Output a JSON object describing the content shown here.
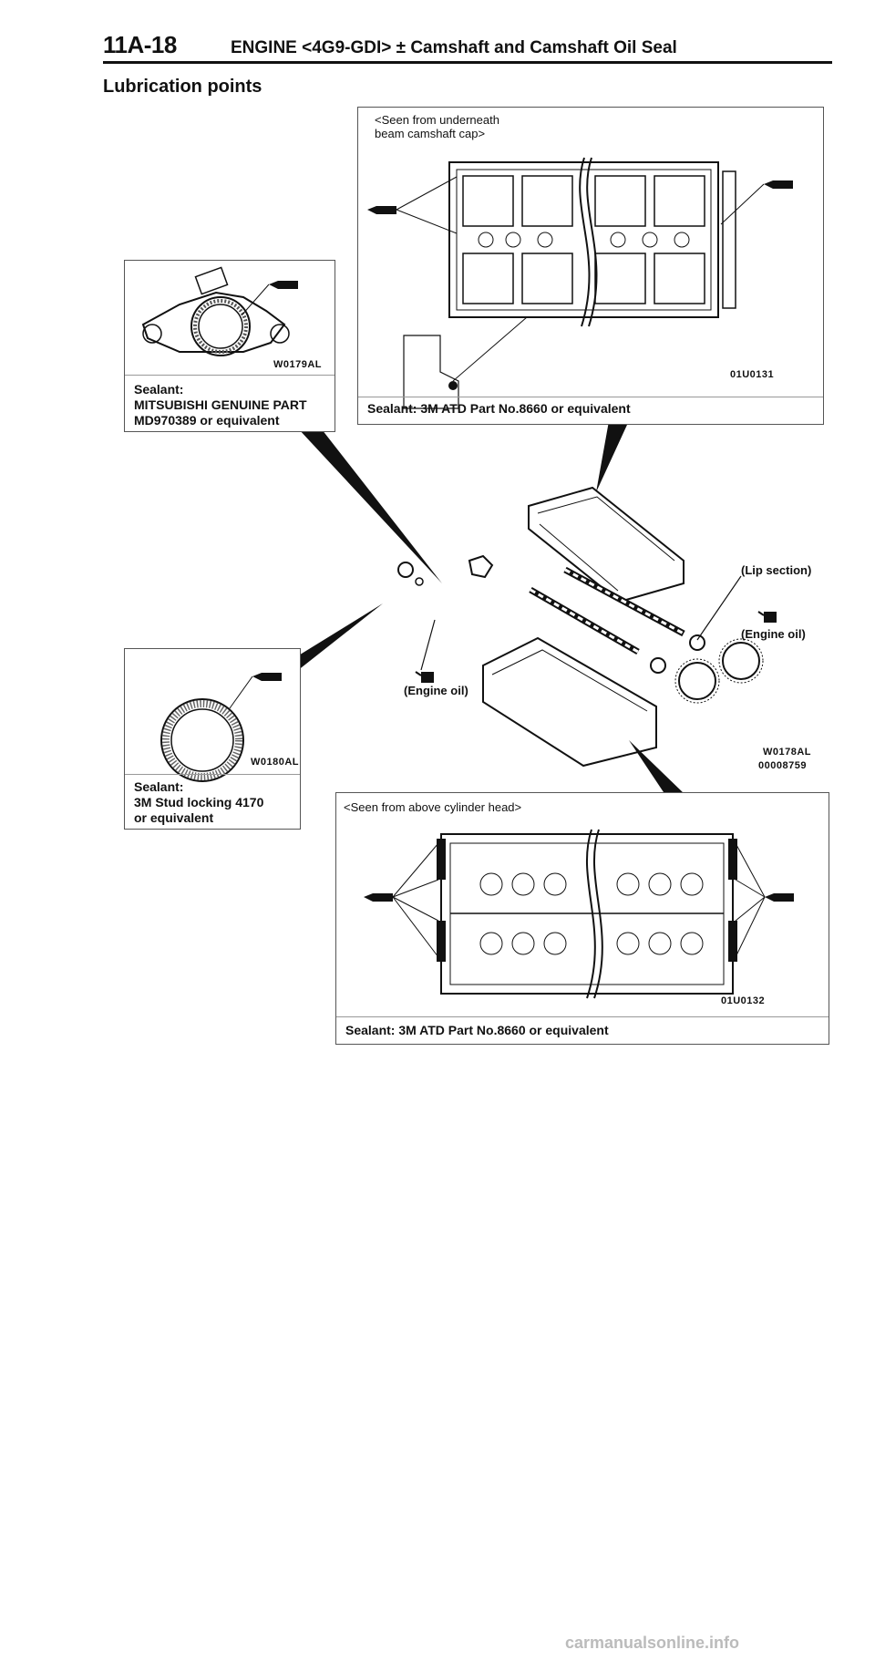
{
  "header": {
    "page_number": "11A-18",
    "title": "ENGINE <4G9-GDI> ± Camshaft and Camshaft Oil Seal"
  },
  "section_heading": "Lubrication points",
  "panels": {
    "top_right": {
      "view_note_line1": "<Seen from underneath",
      "view_note_line2": "beam camshaft cap>",
      "figure_code": "01U0131",
      "caption": "Sealant: 3M ATD Part No.8660 or equivalent"
    },
    "upper_left": {
      "figure_code": "W0179AL",
      "caption_line1": "Sealant:",
      "caption_line2": "MITSUBISHI GENUINE PART",
      "caption_line3": "MD970389 or equivalent"
    },
    "lower_left": {
      "figure_code": "W0180AL",
      "caption_line1": "Sealant:",
      "caption_line2": "3M Stud locking 4170",
      "caption_line3": "or equivalent"
    },
    "bottom": {
      "view_note": "<Seen from above cylinder head>",
      "figure_code": "01U0132",
      "caption": "Sealant: 3M ATD Part No.8660 or equivalent"
    }
  },
  "callouts": {
    "lip_section": "(Lip section)",
    "engine_oil_right": "(Engine oil)",
    "engine_oil_center": "(Engine oil)"
  },
  "center_figure": {
    "figure_code": "W0178AL",
    "doc_number": "00008759"
  },
  "watermark": "carmanualsonline.info"
}
